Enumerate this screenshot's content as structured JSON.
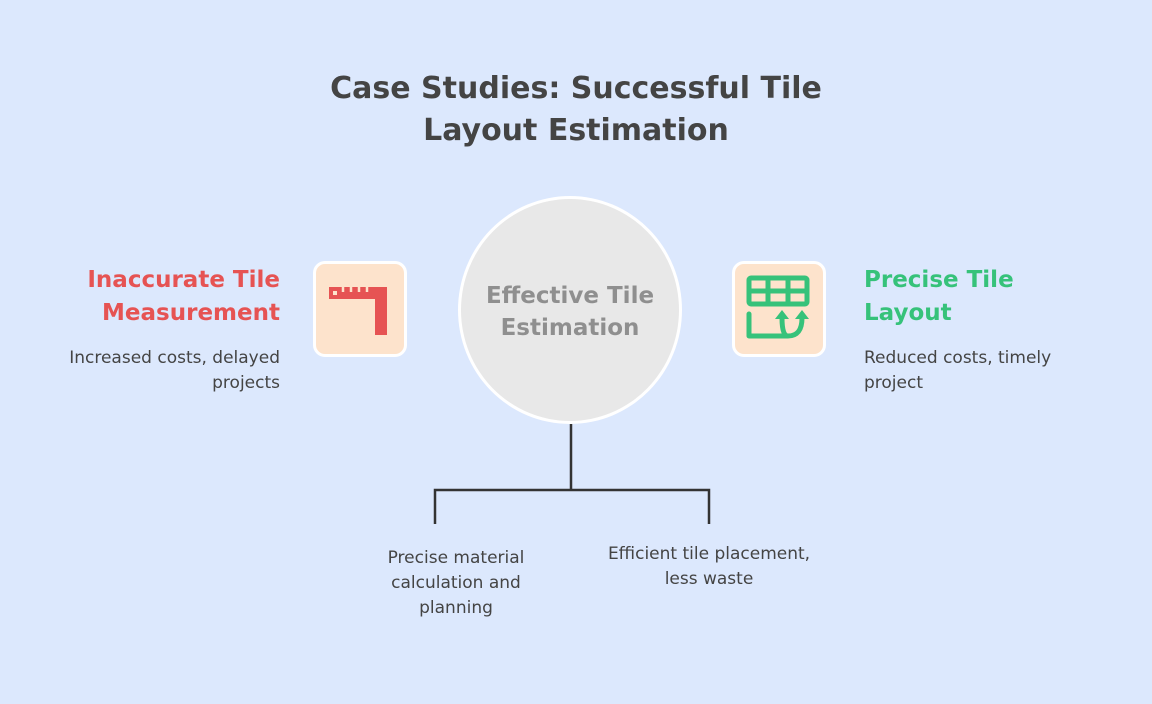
{
  "title": "Case Studies: Successful Tile Layout Estimation",
  "center": {
    "label": "Effective Tile Estimation"
  },
  "left": {
    "heading": "Inaccurate Tile Measurement",
    "description": "Increased costs, delayed projects",
    "icon": "ruler-square-icon",
    "color": "#e65353"
  },
  "right": {
    "heading": "Precise Tile Layout",
    "description": "Reduced costs, timely project",
    "icon": "tile-grid-arrows-icon",
    "color": "#36c27a"
  },
  "branches": [
    {
      "text": "Precise material calculation and planning"
    },
    {
      "text": "Efficient tile placement, less waste"
    }
  ]
}
